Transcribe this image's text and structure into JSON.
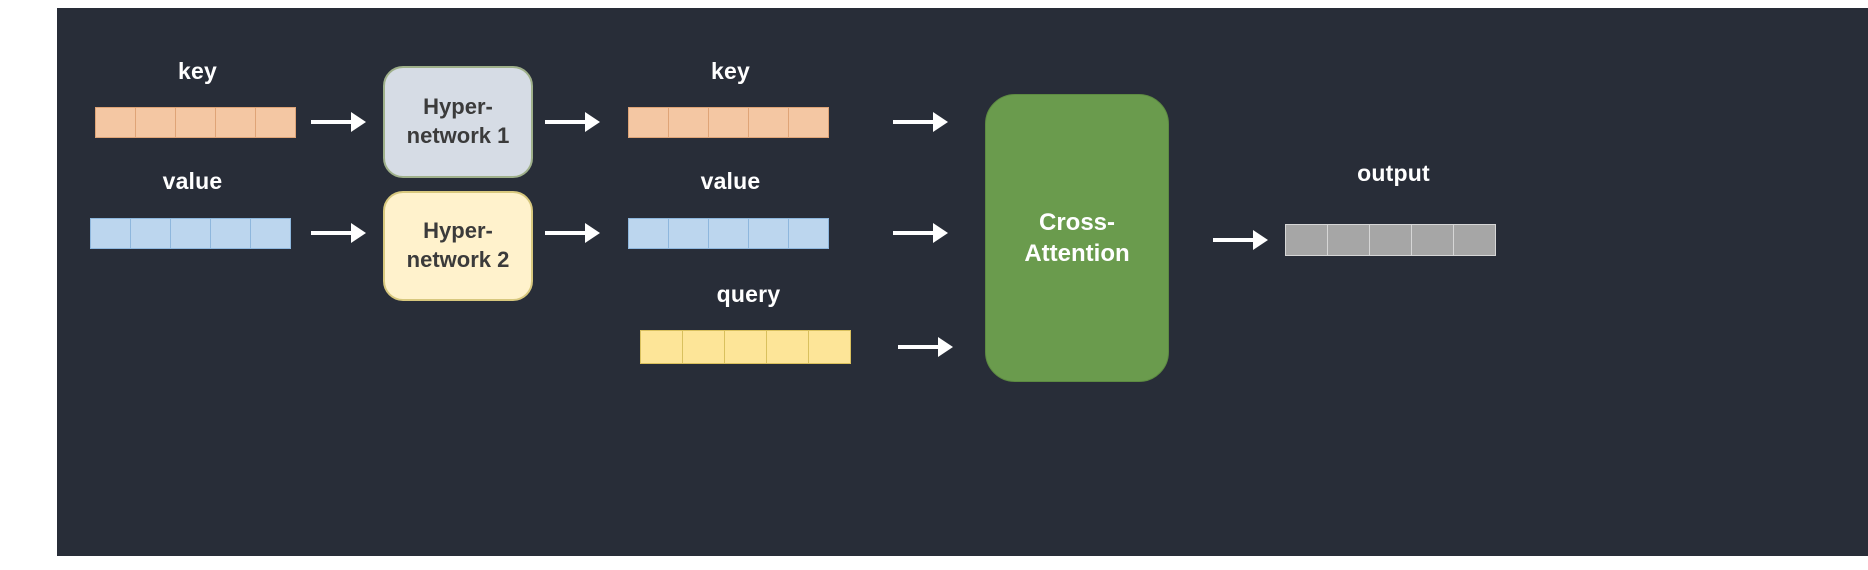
{
  "colors": {
    "canvas-bg": "#ffffff",
    "panel-bg": "#282d38",
    "label-color": "#ffffff",
    "key-fill": "#f4c7a3",
    "key-border": "#dfa477",
    "value-fill": "#bcd6ee",
    "value-border": "#8eb7dd",
    "query-fill": "#fde598",
    "query-border": "#d9c05e",
    "output-fill": "#a6a6a6",
    "output-border": "#d6d6d6",
    "hyper1-fill": "#d6dce5",
    "hyper1-border": "#9fb08a",
    "hyper2-fill": "#fff2cc",
    "hyper2-border": "#d8c87e",
    "attention-fill": "#6a9b4d",
    "attention-border": "#5d8a42",
    "box-text": "#3b3b3b",
    "attention-text": "#ffffff",
    "arrow-color": "#ffffff"
  },
  "labels": {
    "input_key": "key",
    "input_value": "value",
    "transformed_key": "key",
    "transformed_value": "value",
    "query": "query",
    "output": "output"
  },
  "nodes": {
    "hypernetwork1": {
      "line1": "Hyper-",
      "line2": "network 1"
    },
    "hypernetwork2": {
      "line1": "Hyper-",
      "line2": "network 2"
    },
    "cross_attention": {
      "line1": "Cross-",
      "line2": "Attention"
    }
  },
  "vectors": {
    "cells_per_vector": 5
  }
}
